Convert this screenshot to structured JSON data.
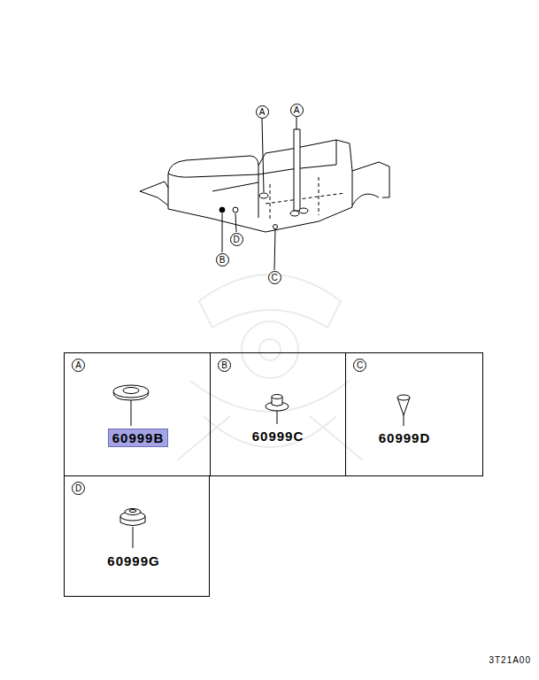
{
  "diagram": {
    "nodes": [
      {
        "text": [
          "A",
          "60999B"
        ]
      },
      {
        "text": [
          "B",
          "60999C"
        ]
      },
      {
        "text": [
          "C",
          "60999D"
        ]
      },
      {
        "text": [
          "D",
          "60999G"
        ]
      }
    ],
    "labels": [
      "A",
      "A",
      "D",
      "B",
      "C",
      "3T21A00"
    ]
  }
}
